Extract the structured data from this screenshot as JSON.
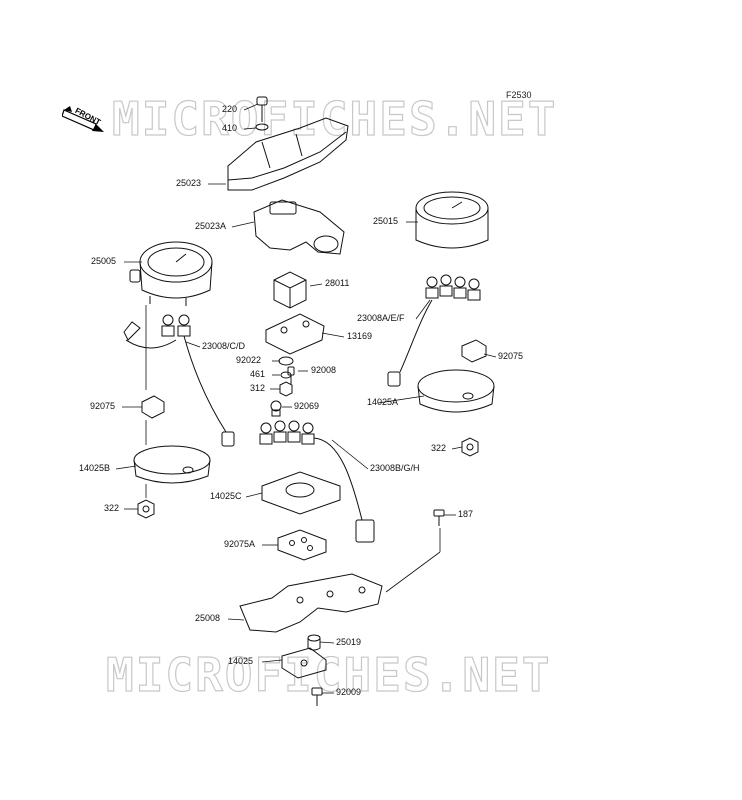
{
  "figure_code": "F2530",
  "front_label": "FRONT",
  "watermark_text": "MICROFICHES.NET",
  "callouts": [
    {
      "id": "220",
      "text": "220"
    },
    {
      "id": "410",
      "text": "410"
    },
    {
      "id": "25023",
      "text": "25023"
    },
    {
      "id": "25023A",
      "text": "25023A"
    },
    {
      "id": "25015",
      "text": "25015"
    },
    {
      "id": "25005",
      "text": "25005"
    },
    {
      "id": "28011",
      "text": "28011"
    },
    {
      "id": "23008AEF",
      "text": "23008A/E/F"
    },
    {
      "id": "13169",
      "text": "13169"
    },
    {
      "id": "23008CD",
      "text": "23008/C/D"
    },
    {
      "id": "92022",
      "text": "92022"
    },
    {
      "id": "461",
      "text": "461"
    },
    {
      "id": "92008",
      "text": "92008"
    },
    {
      "id": "92075-right",
      "text": "92075"
    },
    {
      "id": "312",
      "text": "312"
    },
    {
      "id": "92069",
      "text": "92069"
    },
    {
      "id": "14025A",
      "text": "14025A"
    },
    {
      "id": "92075-left",
      "text": "92075"
    },
    {
      "id": "322-right",
      "text": "322"
    },
    {
      "id": "23008BGH",
      "text": "23008B/G/H"
    },
    {
      "id": "14025B",
      "text": "14025B"
    },
    {
      "id": "14025C",
      "text": "14025C"
    },
    {
      "id": "322-left",
      "text": "322"
    },
    {
      "id": "187",
      "text": "187"
    },
    {
      "id": "92075A",
      "text": "92075A"
    },
    {
      "id": "25008",
      "text": "25008"
    },
    {
      "id": "25019",
      "text": "25019"
    },
    {
      "id": "14025",
      "text": "14025"
    },
    {
      "id": "92009",
      "text": "92009"
    }
  ]
}
